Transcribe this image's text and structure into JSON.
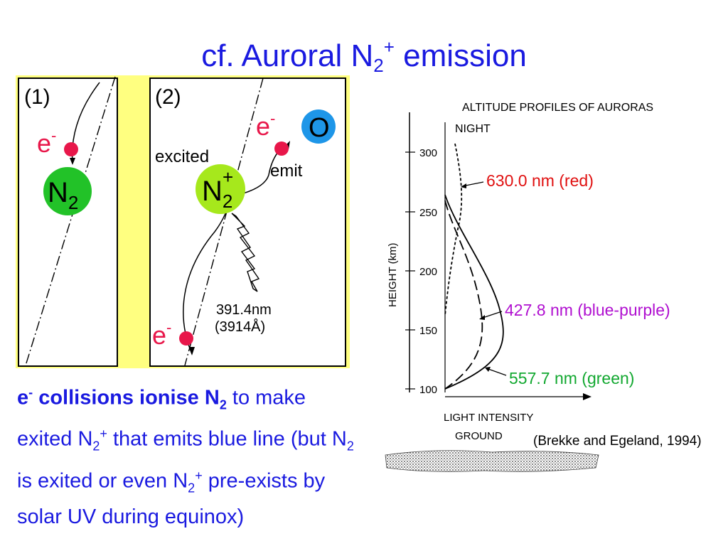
{
  "slide": {
    "title": {
      "main": "cf. Auroral N",
      "sub": "2",
      "sup": "+",
      "tail": " emission"
    }
  },
  "panel1": {
    "label": "(1)",
    "electron": "e",
    "electron_sup": "-",
    "molecule": "N",
    "molecule_sub": "2"
  },
  "panel2": {
    "label": "(2)",
    "electron_top": "e",
    "electron_top_sup": "-",
    "oxygen": "O",
    "excited_label": "excited",
    "emit_label": "emit",
    "ion": "N",
    "ion_sub": "2",
    "ion_sup": "+",
    "wavelength_nm": "391.4nm",
    "wavelength_angstrom": "(3914",
    "angstrom_unit": "Å",
    "angstrom_close": ")",
    "electron_bottom": "e",
    "electron_bottom_sup": "-"
  },
  "caption": {
    "lead": "e",
    "lead_sup": "-",
    "bold": " collisions ionise N",
    "bold_sub": "2",
    "t1": " to make exited N",
    "t1_sub": "2",
    "t1_sup": "+",
    "t2": " that emits blue line (but N",
    "t2_sub": "2",
    "t3": " is exited or even N",
    "t3_sub": "2",
    "t3_sup": "+",
    "t4": " pre-exists by solar UV during equinox)"
  },
  "profile": {
    "title": "ALTITUDE PROFILES OF AURORAS",
    "night": "NIGHT",
    "ylabel": "HEIGHT (km)",
    "yticks": [
      "300",
      "250",
      "200",
      "150",
      "100"
    ],
    "xlabel": "LIGHT INTENSITY",
    "ground": "GROUND",
    "source": "(Brekke and Egeland, 1994)",
    "lines": [
      {
        "label": "630.0 nm (red)",
        "color": "#e01010"
      },
      {
        "label": "427.8 nm (blue-purple)",
        "color": "#b010d0"
      },
      {
        "label": "557.7 nm (green)",
        "color": "#12a830"
      }
    ]
  },
  "colors": {
    "title": "#1a1ae0",
    "electron": "#e8174a",
    "n2": "#22c228",
    "n2plus": "#a6e81c",
    "oxygen": "#1e96e8",
    "panel_bg": "#ffff80"
  }
}
